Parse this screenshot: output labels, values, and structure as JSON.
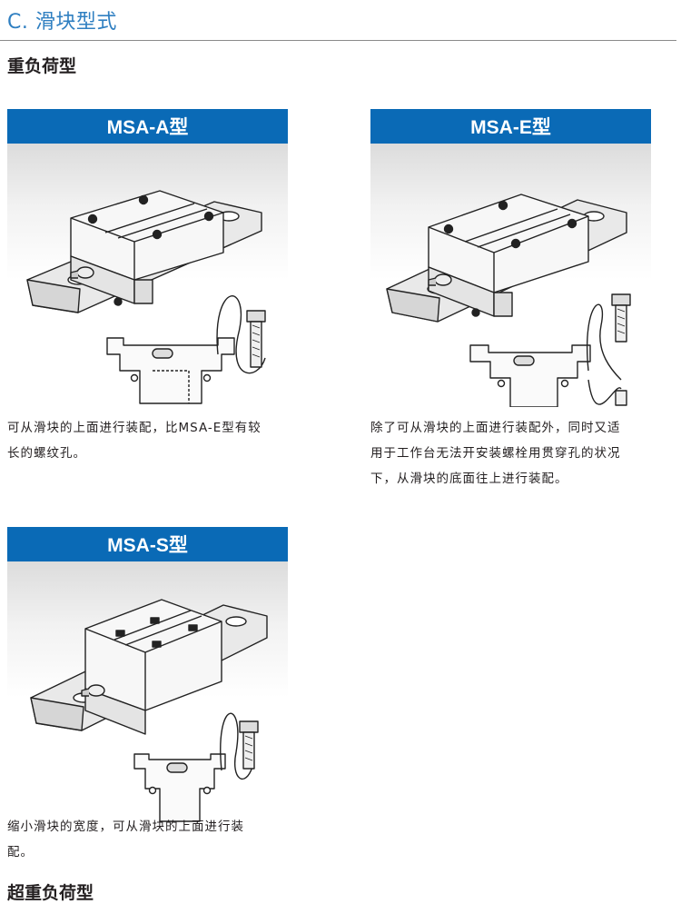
{
  "section": {
    "title": "C. 滑块型式",
    "subtitle": "重负荷型"
  },
  "cards": [
    {
      "title": "MSA-A型",
      "description_lines": [
        "可从滑块的上面进行装配，比MSA-E型有较",
        "长的螺纹孔。"
      ]
    },
    {
      "title": "MSA-E型",
      "description_lines": [
        "除了可从滑块的上面进行装配外，同时又适",
        "用于工作台无法开安装螺栓用贯穿孔的状况",
        "下，从滑块的底面往上进行装配。"
      ]
    },
    {
      "title": "MSA-S型",
      "description_lines": [
        "缩小滑块的宽度，可从滑块的上面进行装",
        "配。"
      ]
    }
  ],
  "next_section_partial": "超重负荷型",
  "colors": {
    "accent_blue": "#0a6ab6",
    "heading_blue": "#2f7fc1"
  }
}
